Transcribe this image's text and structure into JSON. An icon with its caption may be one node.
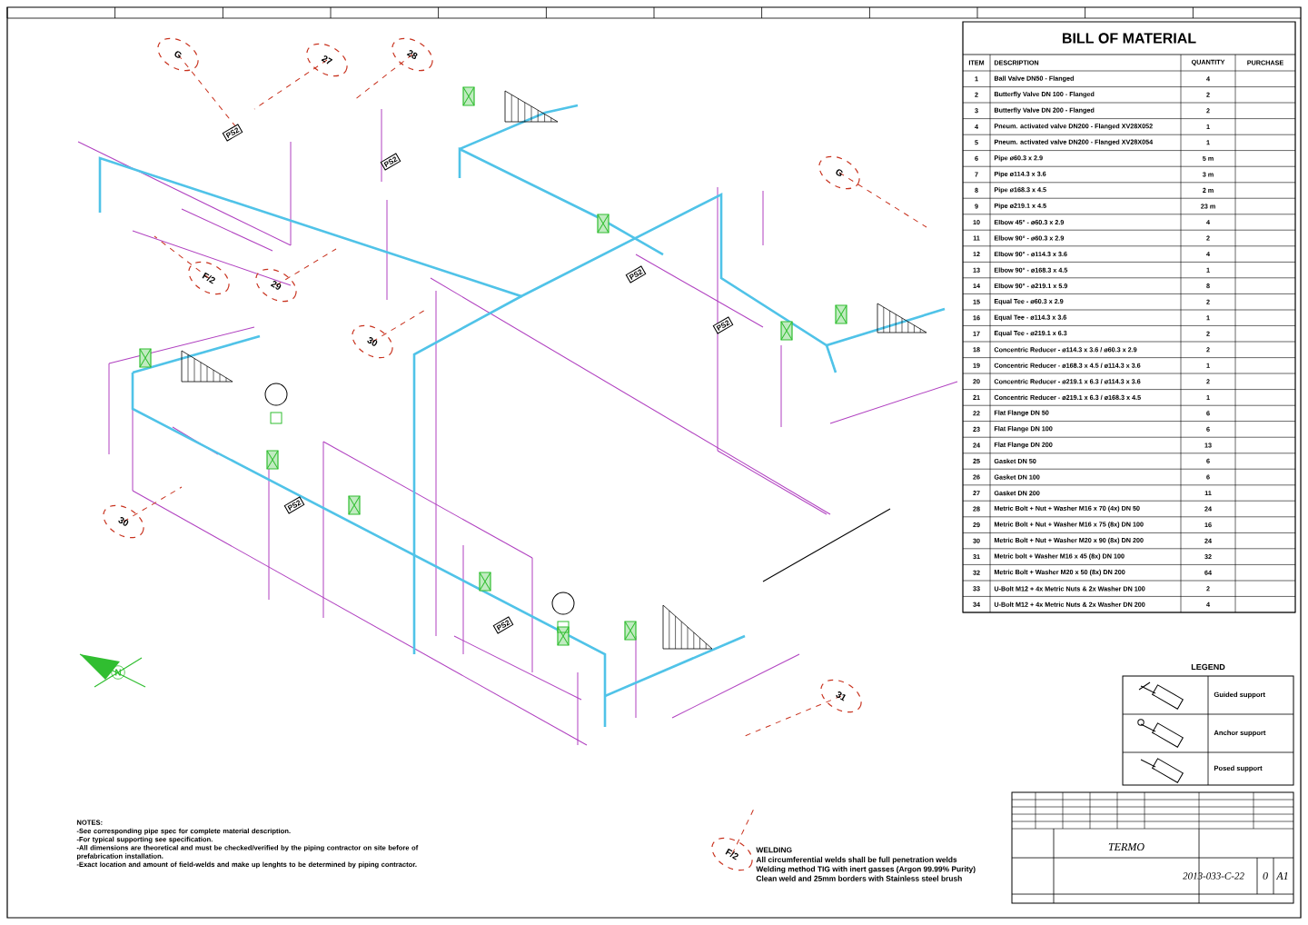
{
  "diagram": {
    "labels": [
      "G",
      "27",
      "28",
      "F/2",
      "29",
      "30",
      "G",
      "30",
      "31",
      "F/2",
      "PS2",
      "PS2",
      "PS2",
      "PS2",
      "PS2",
      "PS2",
      "N",
      "BILL OF MATERIAL",
      "ITEM",
      "DESCRIPTION",
      "QUANTITY",
      "PURCHASE",
      "1",
      "Ball Valve DN50 - Flanged",
      "4",
      "2",
      "Butterfly Valve DN 100 - Flanged",
      "2",
      "3",
      "Butterfly Valve DN 200 - Flanged",
      "2",
      "4",
      "Pneum. activated valve DN200 - Flanged XV28X052",
      "1",
      "5",
      "Pneum. activated valve DN200 - Flanged XV28X054",
      "1",
      "6",
      "Pipe ø60.3 x 2.9",
      "5 m",
      "7",
      "Pipe ø114.3 x 3.6",
      "3 m",
      "8",
      "Pipe ø168.3 x 4.5",
      "2 m",
      "9",
      "Pipe ø219.1 x 4.5",
      "23 m",
      "10",
      "Elbow 45° - ø60.3 x 2.9",
      "4",
      "11",
      "Elbow 90° - ø60.3 x 2.9",
      "2",
      "12",
      "Elbow 90° - ø114.3 x 3.6",
      "4",
      "13",
      "Elbow 90° - ø168.3 x 4.5",
      "1",
      "14",
      "Elbow 90° - ø219.1 x 5.9",
      "8",
      "15",
      "Equal Tee - ø60.3 x 2.9",
      "2",
      "16",
      "Equal Tee - ø114.3 x 3.6",
      "1",
      "17",
      "Equal Tee - ø219.1 x 6.3",
      "2",
      "18",
      "Concentric Reducer - ø114.3 x 3.6 / ø60.3 x 2.9",
      "2",
      "19",
      "Concentric Reducer - ø168.3 x 4.5 / ø114.3 x 3.6",
      "1",
      "20",
      "Concentric Reducer - ø219.1 x 6.3 / ø114.3 x 3.6",
      "2",
      "21",
      "Concentric Reducer - ø219.1 x 6.3 / ø168.3 x 4.5",
      "1",
      "22",
      "Flat Flange DN 50",
      "6",
      "23",
      "Flat Flange DN 100",
      "6",
      "24",
      "Flat Flange DN 200",
      "13",
      "25",
      "Gasket DN 50",
      "6",
      "26",
      "Gasket DN 100",
      "6",
      "27",
      "Gasket DN 200",
      "11",
      "28",
      "Metric Bolt + Nut + Washer M16 x 70 (4x) DN 50",
      "24",
      "29",
      "Metric Bolt + Nut + Washer M16 x 75 (8x) DN 100",
      "16",
      "30",
      "Metric Bolt + Nut + Washer M20 x 90 (8x) DN 200",
      "24",
      "31",
      "Metric bolt + Washer M16 x 45 (8x) DN 100",
      "32",
      "32",
      "Metric Bolt + Washer M20 x 50 (8x) DN 200",
      "64",
      "33",
      "U-Bolt M12 + 4x Metric Nuts & 2x Washer DN 100",
      "2",
      "34",
      "U-Bolt M12 + 4x Metric Nuts & 2x Washer DN 200",
      "4",
      "LEGEND",
      "NOTES:",
      "-See corresponding pipe spec for complete material description.",
      "-For typical supporting see specification.",
      "-All dimensions are theoretical and must be checked/verified by the piping contractor on site before of prefabrication installation.",
      "-Exact location and amount of field-welds and make up lenghts to be determined by piping contractor.",
      "WELDING",
      "All circumferential welds shall be full penetration welds",
      "Welding method TIG with inert gasses (Argon 99.99% Purity)",
      "Clean weld and 25mm borders with Stainless steel brush",
      "TERMO",
      "2013-033-C-22",
      "0",
      "A1"
    ],
    "legend": [
      {
        "text": "Guided support"
      },
      {
        "text": "Anchor support"
      },
      {
        "text": "Posed support"
      }
    ]
  }
}
